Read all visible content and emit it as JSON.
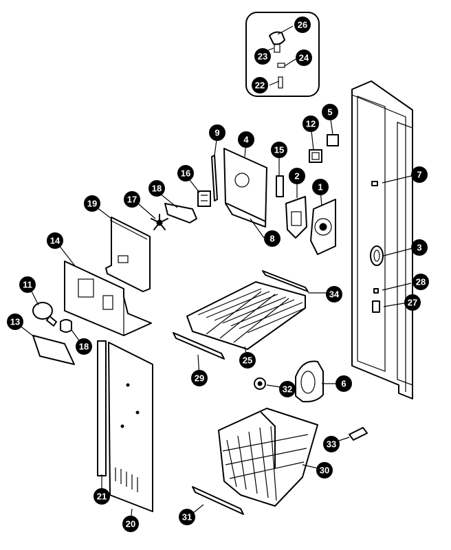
{
  "callouts": [
    {
      "num": "1"
    },
    {
      "num": "2"
    },
    {
      "num": "3"
    },
    {
      "num": "4"
    },
    {
      "num": "5"
    },
    {
      "num": "6"
    },
    {
      "num": "7"
    },
    {
      "num": "8"
    },
    {
      "num": "9"
    },
    {
      "num": "11"
    },
    {
      "num": "12"
    },
    {
      "num": "13"
    },
    {
      "num": "14"
    },
    {
      "num": "15"
    },
    {
      "num": "16"
    },
    {
      "num": "17"
    },
    {
      "num": "18"
    },
    {
      "num": "18"
    },
    {
      "num": "19"
    },
    {
      "num": "20"
    },
    {
      "num": "21"
    },
    {
      "num": "22"
    },
    {
      "num": "23"
    },
    {
      "num": "24"
    },
    {
      "num": "25"
    },
    {
      "num": "26"
    },
    {
      "num": "27"
    },
    {
      "num": "28"
    },
    {
      "num": "29"
    },
    {
      "num": "30"
    },
    {
      "num": "31"
    },
    {
      "num": "32"
    },
    {
      "num": "33"
    },
    {
      "num": "34"
    }
  ]
}
